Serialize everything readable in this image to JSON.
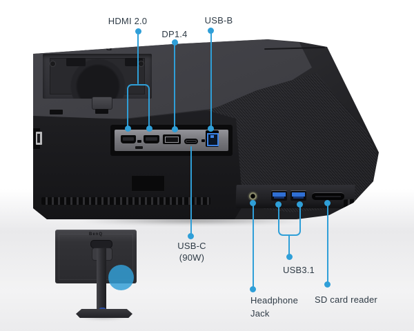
{
  "diagram": {
    "brand": "BenQ",
    "connector_labels": {
      "hdmi": "HDMI 2.0",
      "dp": "DP1.4",
      "usb_b": "USB-B",
      "usb_c_line1": "USB-C",
      "usb_c_line2": "(90W)",
      "usb3": "USB3.1",
      "headphone_line1": "Headphone",
      "headphone_line2": "Jack",
      "sd": "SD card reader"
    },
    "colors": {
      "callout_blue": "#2f9fd8",
      "label_text": "#2e3a45",
      "usb_a_port_blue": "#2f6fd4",
      "usb_b_port_blue": "#3b82e6",
      "highlight_circle_blue": "#32a0d6"
    }
  }
}
